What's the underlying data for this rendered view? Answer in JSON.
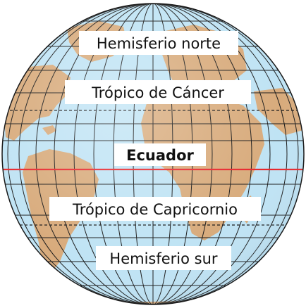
{
  "labels": {
    "north": "Hemisferio norte",
    "cancer": "Trópico de Cáncer",
    "equator": "Ecuador",
    "capricorn": "Trópico de Capricornio",
    "south": "Hemisferio sur"
  },
  "colors": {
    "ocean": "#bfe3f4",
    "land": "#d8ab7c",
    "grid": "#1a1a1a",
    "equator_line": "#e8262b",
    "label_bg": "#ffffff"
  }
}
